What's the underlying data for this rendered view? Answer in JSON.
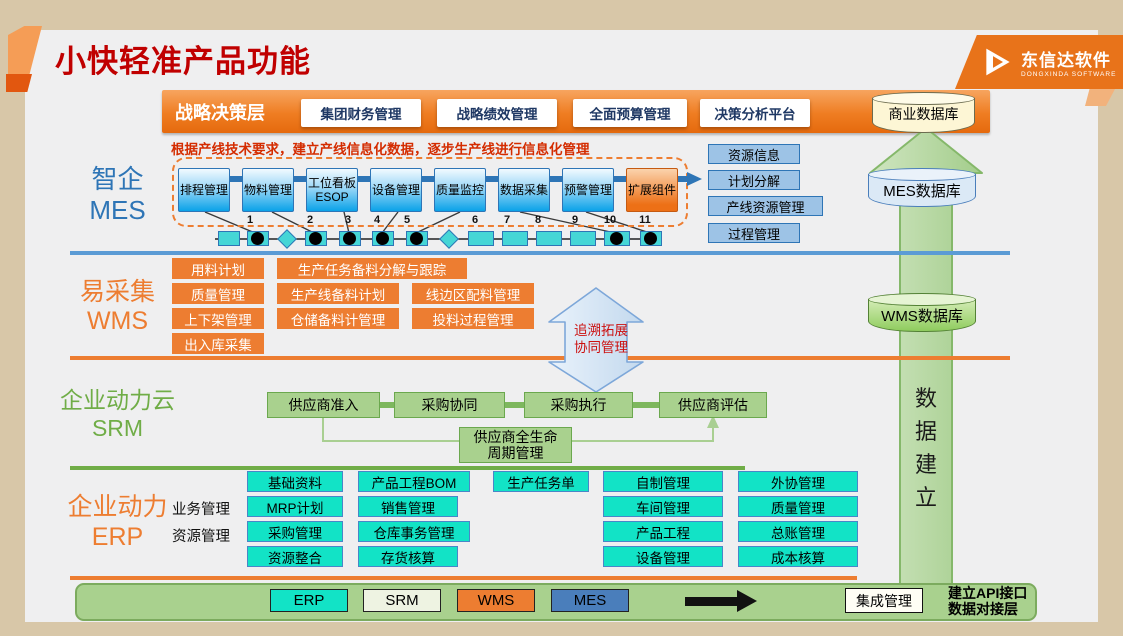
{
  "title": "小快轻准产品功能",
  "logo": {
    "name": "东信达软件",
    "subtitle": "DONGXINDA SOFTWARE"
  },
  "strategy": {
    "label": "战略决策层",
    "buttons": [
      "集团财务管理",
      "战略绩效管理",
      "全面预算管理",
      "决策分析平台"
    ]
  },
  "databases": {
    "business": "商业数据库",
    "mes": "MES数据库",
    "wms": "WMS数据库"
  },
  "data_pillar": {
    "label": "数\n据\n建\n立"
  },
  "mes": {
    "label_cn": "智企",
    "label_en": "MES",
    "note": "根据产线技术要求，建立产线信息化数据，逐步生产线进行信息化管理",
    "modules": [
      "排程管理",
      "物料管理",
      "工位看板\nESOP",
      "设备管理",
      "质量监控",
      "数据采集",
      "预警管理",
      "扩展组件"
    ],
    "station_numbers": [
      "1",
      "2",
      "3",
      "4",
      "5",
      "6",
      "7",
      "8",
      "9",
      "10",
      "11"
    ],
    "side_boxes": [
      "资源信息",
      "计划分解",
      "产线资源管理",
      "过程管理"
    ]
  },
  "wms": {
    "label_cn": "易采集",
    "label_en": "WMS",
    "col1": [
      "用料计划",
      "质量管理",
      "上下架管理",
      "出入库采集"
    ],
    "wide_box": "生产任务备料分解与跟踪",
    "col2": [
      "生产线备料计划",
      "仓储备料计管理"
    ],
    "col3": [
      "线边区配料管理",
      "投料过程管理"
    ]
  },
  "trace_arrow": {
    "label": "追溯拓展\n协同管理"
  },
  "srm": {
    "label_cn": "企业动力云",
    "label_en": "SRM",
    "flow": [
      "供应商准入",
      "采购协同",
      "采购执行",
      "供应商评估"
    ],
    "lifecycle": "供应商全生命\n周期管理"
  },
  "erp": {
    "label_cn": "企业动力",
    "label_en": "ERP",
    "group_labels": [
      "业务管理",
      "资源管理"
    ],
    "col1": [
      "基础资料",
      "MRP计划",
      "采购管理",
      "资源整合"
    ],
    "col2": [
      "产品工程BOM",
      "销售管理",
      "仓库事务管理",
      "存货核算"
    ],
    "col3": [
      "生产任务单"
    ],
    "col4": [
      "自制管理",
      "车间管理",
      "产品工程",
      "设备管理"
    ],
    "col5": [
      "外协管理",
      "质量管理",
      "总账管理",
      "成本核算"
    ]
  },
  "bottom": {
    "legend": [
      "ERP",
      "SRM",
      "WMS",
      "MES"
    ],
    "integration": "集成管理",
    "api_note": "建立API接口\n数据对接层"
  },
  "colors": {
    "title_red": "#c00000",
    "banner_orange": "#ed7d31",
    "mes_blue": "#2e75b6",
    "wms_orange": "#ed7d31",
    "srm_green": "#70ad47",
    "erp_cyan": "#12e3c6",
    "legend_mes_blue": "#4a7ebb"
  }
}
